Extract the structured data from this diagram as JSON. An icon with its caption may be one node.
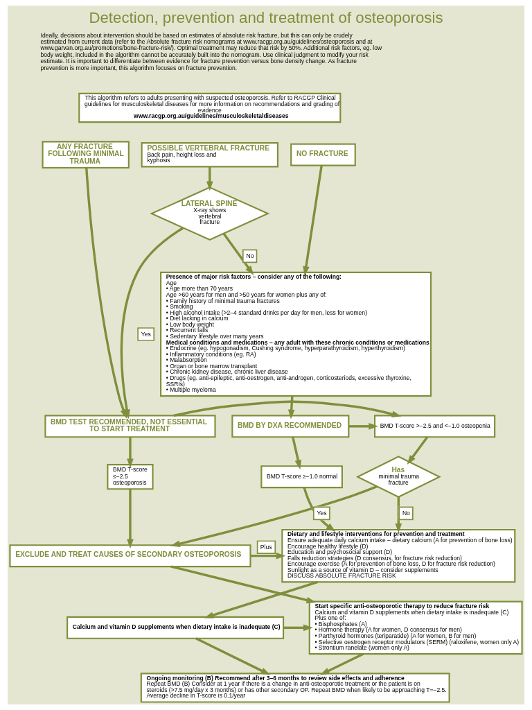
{
  "diagram": {
    "title": "Detection, prevention and treatment of osteoporosis",
    "labels": [
      "Ideally, decisions about intervention should be based on estimates of absolute risk fracture, but this can only be crudely estimated from current data (refer to the Absolute fracture risk nomograms at www.racgp.org.au/guidelines/osteoporosis and at www.garvan.org.au/promotions/bone-fracture-risk/). Optimal treatment may reduce that risk by 50%. Additional risk factors, eg. low body weight, included in the algorithm cannot be accurately built into the nomogram. Use clinical judgment to modify your risk estimate. It is important to differentiate between evidence for fracture prevention versus bone density change. As fracture prevention is more important, this algorithm focuses on fracture prevention."
    ],
    "nodes": [
      {
        "text": [
          "This algorithm refers to adults presenting with suspected osteoporosis. Refer to RACGP Clinical guidelines for musculoskeletal diseases for more information on recommendations and grading of evidence",
          "www.racgp.org.au/guidelines/musculoskeletaldiseases"
        ]
      },
      {
        "text": [
          "NO FRACTURE"
        ]
      },
      {
        "text": [
          "POSSIBLE VERTEBRAL FRACTURE",
          "Back pain, height loss and kyphosis"
        ]
      },
      {
        "text": [
          "ANY FRACTURE FOLLOWING MINIMAL TRAUMA"
        ]
      },
      {
        "text": [
          "Presence of major risk factors – consider any of the following:",
          "Age",
          "• Age more than 70 years",
          "Age >60 years for men and >50 years for women plus any of:",
          "• Family history of minimal trauma fractures",
          "• Smoking",
          "• High alcohol intake (>2–4 standard drinks per day for men, less for women)",
          "• Diet lacking in calcium",
          "• Low body weight",
          "• Recurrent falls",
          "• Sedentary lifestyle over many years",
          "Medical conditions and medications – any adult with these chronic conditions or medications",
          "• Endocrine (eg. hypogonadism, Cushing syndrome, hyperparathyroidism, hyperthyroidism)",
          "• Inflammatory conditions (eg. RA)",
          "• Malabsorption",
          "• Organ or bone marrow transplant",
          "• Chronic kidney disease, chronic liver disease",
          "• Drugs (eg. anti-epileptic, anti-oestrogen, anti-androgen, corticosteriods, excessive thyroxine, SSRIs)",
          "• Multiple myeloma"
        ]
      },
      {
        "text": [
          "LATERAL SPINE",
          "X-ray shows vertebral fracture"
        ]
      },
      {
        "text": [
          "BMD BY DXA RECOMMENDED"
        ]
      },
      {
        "text": [
          "BMD T-score >−2.5 and <−1.0 osteopenia"
        ]
      },
      {
        "text": [
          "BMD TEST RECOMMENDED, NOT ESSENTIAL TO START TREATMENT"
        ]
      },
      {
        "text": [
          "BMD T-score ≥−1.0 normal"
        ]
      },
      {
        "text": [
          "Has",
          "minimal trauma fracture"
        ]
      },
      {
        "text": [
          "BMD T-score ≤−2.5 osteoporosis"
        ]
      },
      {
        "text": [
          "Dietary and lifestyle interventions for prevention and treatment",
          "Ensure adequate daily calcium intake – dietary calcium (A for prevention of bone loss)",
          "Encourage healthy lifestyle (D)",
          "Education and psychosocial support (D)",
          "Falls reduction strategies (D consensus, for fracture risk reduction)",
          "Encourage exercise (A for prevention of bone loss, D for fracture risk reduction)",
          "Sunlight as a source of vitamin D – consider supplements",
          "DISCUSS ABSOLUTE FRACTURE RISK"
        ]
      },
      {
        "text": [
          "EXCLUDE AND TREAT CAUSES OF SECONDARY OSTEOPOROSIS"
        ]
      },
      {
        "text": [
          "Calcium and vitamin D supplements when dietary intake is inadequate (C)"
        ]
      },
      {
        "text": [
          "Start specific anti-osteoporotic therapy to reduce fracture risk",
          "Calcium and vitamin D supplements when dietary intake is inadequate (C)",
          "Plus one of:",
          "• Bisphosphates (A)",
          "• Hormone therapy (A for women, D consensus for men)",
          "• Parthyroid hormones (teriparatide) (A for women, B for men)",
          "• Selective oestrogen receptor modulators (SERM) (raloxifene, women only A)",
          "• Strontium ranelate (women only A)"
        ]
      },
      {
        "text": [
          "Ongoing monitoring (B) Recommend after 3–6 months to review side effects and adherence",
          "Repeat BMD (B) Consider at 1 year if there is a change in anti-osteoporotic treatment or the patient is on steroids (>7.5 mg/day x 3 months) or has other secondary OP. Repeat BMD when likely to be approaching T=−2.5. Average decline in T-score is 0.1/year"
        ]
      }
    ],
    "edges": [
      {
        "from": 1,
        "to": 4,
        "arrow": "to"
      },
      {
        "from": 2,
        "to": 5,
        "arrow": "to"
      },
      {
        "from": 5,
        "to": 4,
        "arrow": "to",
        "label": "No"
      },
      {
        "from": 5,
        "to": 8,
        "arrow": "to",
        "label": "Yes"
      },
      {
        "from": 3,
        "to": 8,
        "arrow": "to"
      },
      {
        "from": 4,
        "to": 6,
        "arrow": "to"
      },
      {
        "from": 6,
        "to": 9,
        "arrow": "to"
      },
      {
        "from": 6,
        "to": 7,
        "arrow": "to"
      },
      {
        "from": 8,
        "to": 7,
        "arrow": "to"
      },
      {
        "from": 8,
        "to": 11,
        "arrow": "to"
      },
      {
        "from": 9,
        "to": 12,
        "arrow": "to"
      },
      {
        "from": 7,
        "to": 10,
        "arrow": "to"
      },
      {
        "from": 10,
        "to": 12,
        "arrow": "to",
        "label": "No"
      },
      {
        "from": 10,
        "to": 13,
        "arrow": "to",
        "label": "Yes"
      },
      {
        "from": 11,
        "to": 13,
        "arrow": "to"
      },
      {
        "from": 13,
        "to": 12,
        "arrow": "to",
        "label": "Plus"
      },
      {
        "from": 12,
        "to": 14,
        "arrow": "to"
      },
      {
        "from": 13,
        "to": 15,
        "arrow": "to"
      },
      {
        "from": 14,
        "to": 15,
        "arrow": "to"
      },
      {
        "from": 14,
        "to": 16,
        "arrow": "to"
      },
      {
        "from": 15,
        "to": 16,
        "arrow": "to"
      }
    ]
  }
}
